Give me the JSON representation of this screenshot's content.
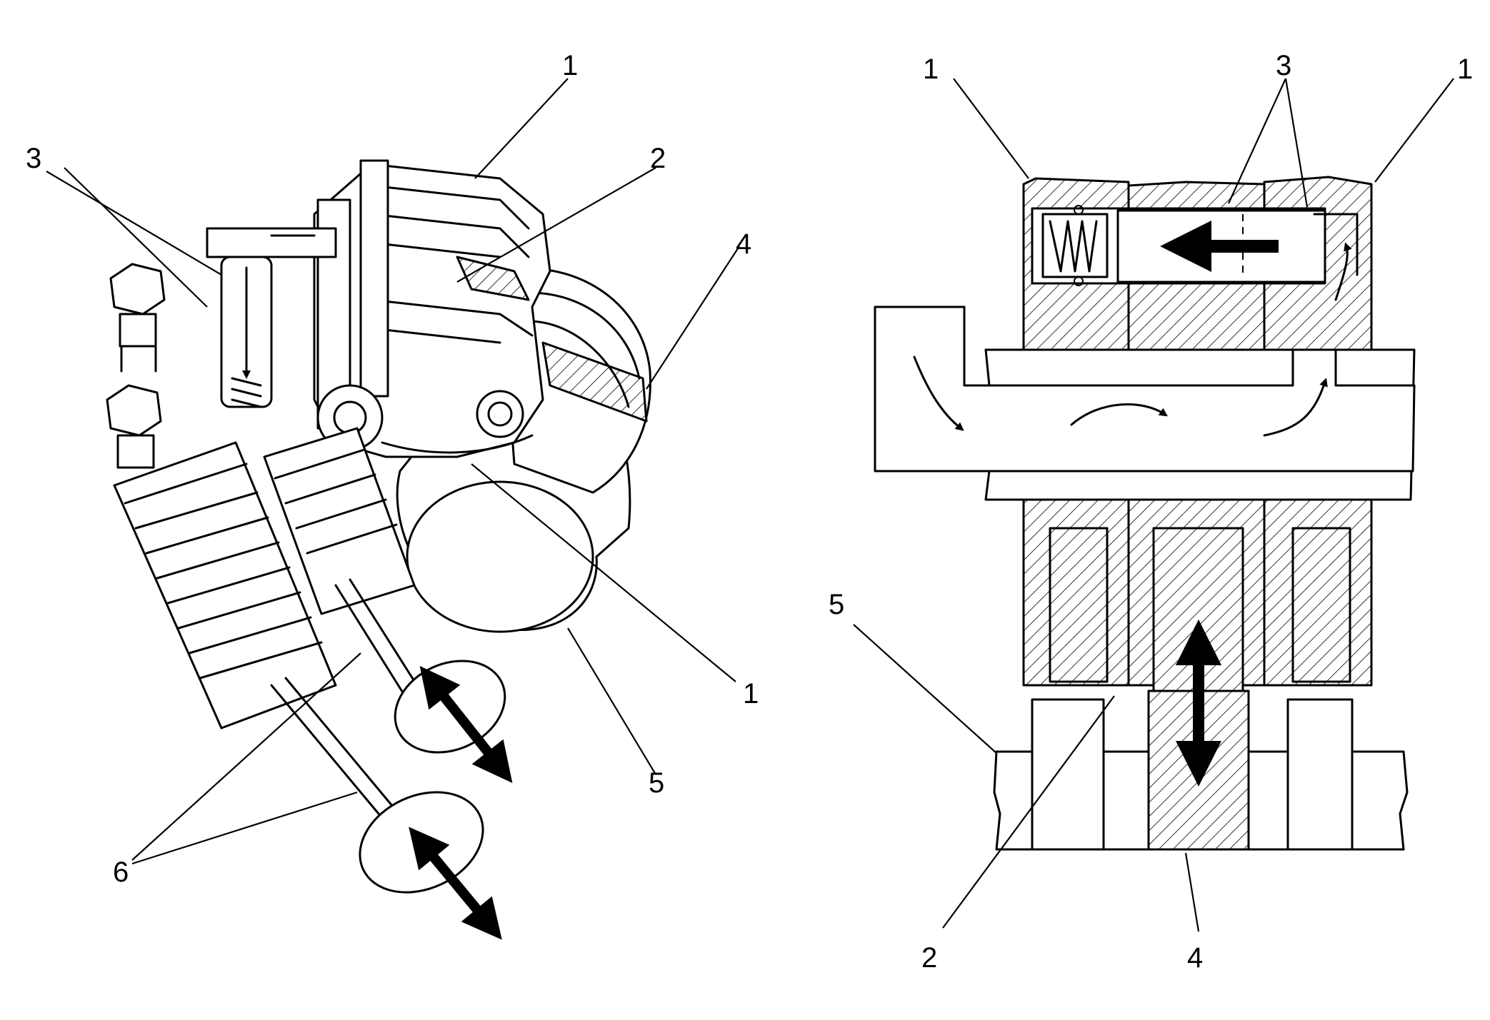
{
  "left_view": {
    "callouts": [
      "1",
      "2",
      "3",
      "4",
      "1",
      "5",
      "6"
    ]
  },
  "right_view": {
    "callouts": [
      "1",
      "3",
      "1",
      "5",
      "2",
      "4"
    ]
  },
  "colors": {
    "line": "#000000",
    "background": "#ffffff"
  }
}
